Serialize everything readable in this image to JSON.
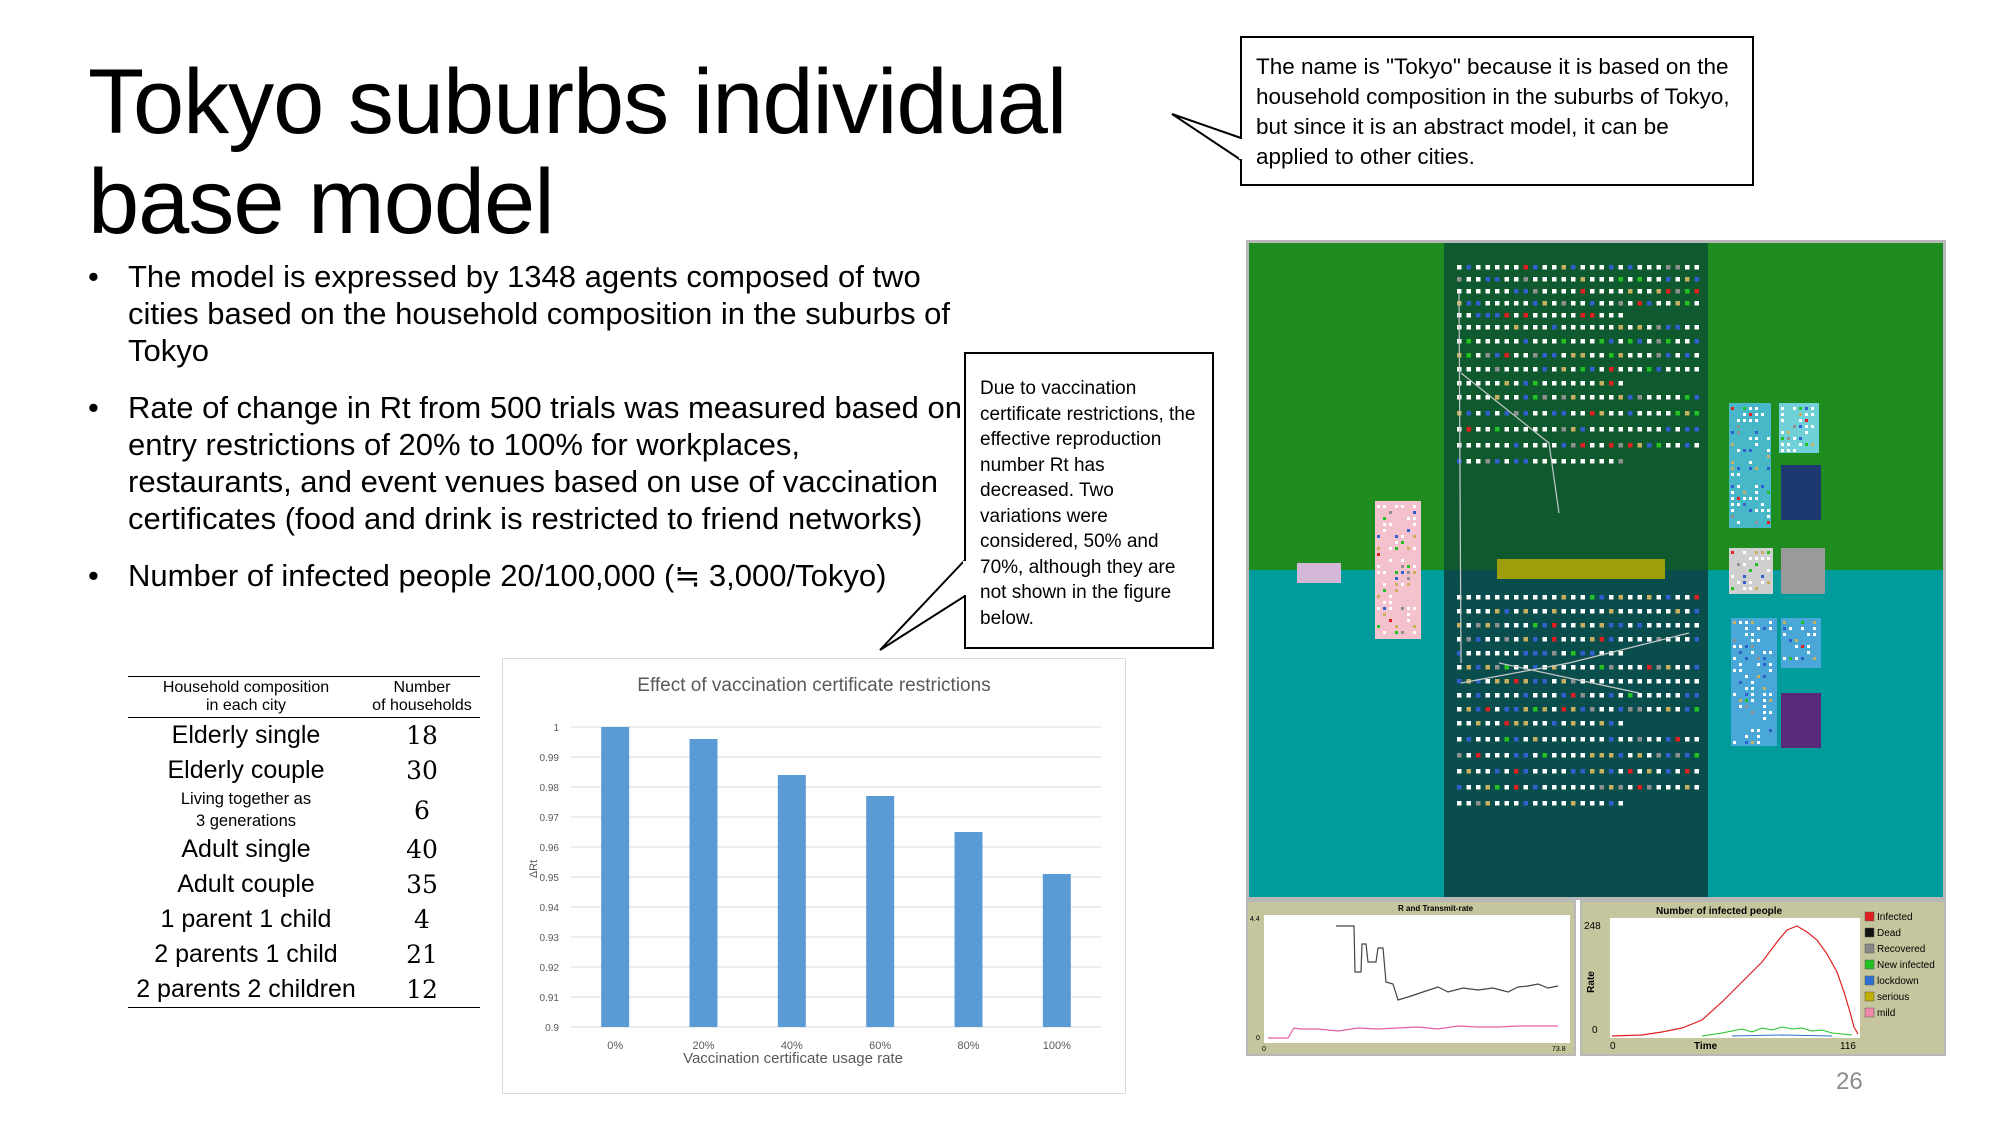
{
  "slide": {
    "title_line1": "Tokyo suburbs individual",
    "title_line2": "base model",
    "bullets": [
      "The model is expressed by 1348 agents composed of two cities based on the household composition in the suburbs of Tokyo",
      "Rate of change in Rt from 500 trials was measured based on entry restrictions of 20% to 100% for workplaces, restaurants, and event venues based on use of vaccination certificates (food and drink is restricted to friend networks)",
      "Number of infected people 20/100,000 (≒ 3,000/Tokyo)"
    ],
    "bullet_glyph": "•",
    "page_number": "26"
  },
  "callouts": {
    "tokyo_note": "The name is \"Tokyo\" because it is based on the household composition in the suburbs of Tokyo, but since it is an abstract model, it can be applied to other cities.",
    "vaccination_note": "Due to vaccination certificate restrictions, the effective reproduction number Rt has decreased. Two variations were considered, 50% and 70%, although they are not shown in the figure below."
  },
  "household_table": {
    "header_col1_line1": "Household composition",
    "header_col1_line2": "in each city",
    "header_col2_line1": "Number",
    "header_col2_line2": "of households",
    "rows": [
      {
        "label": "Elderly single",
        "count": "18"
      },
      {
        "label": "Elderly couple",
        "count": "30"
      },
      {
        "label_line1": "Living together as",
        "label_line2": "3 generations",
        "count": "6"
      },
      {
        "label": "Adult single",
        "count": "40"
      },
      {
        "label": "Adult couple",
        "count": "35"
      },
      {
        "label": "1 parent 1 child",
        "count": "4"
      },
      {
        "label": "2 parents 1 child",
        "count": "21"
      },
      {
        "label": "2 parents 2 children",
        "count": "12"
      }
    ]
  },
  "chart_data": {
    "type": "bar",
    "title": "Effect of vaccination certificate restrictions",
    "xlabel": "Vaccination certificate usage rate",
    "ylabel": "ΔRt",
    "categories": [
      "0%",
      "20%",
      "40%",
      "60%",
      "80%",
      "100%"
    ],
    "values": [
      1.0,
      0.996,
      0.984,
      0.977,
      0.965,
      0.951
    ],
    "ylim": [
      0.9,
      1.0
    ],
    "yticks": [
      "0.9",
      "0.91",
      "0.92",
      "0.93",
      "0.94",
      "0.95",
      "0.96",
      "0.97",
      "0.98",
      "0.99",
      "1"
    ],
    "grid": true,
    "bar_color": "#5b9bd5"
  },
  "simulation": {
    "colors": {
      "top_green": "#1f8c1f",
      "bottom_teal": "#009c9c",
      "center_top": "#0e5a2e",
      "center_bottom": "#0a4d4d",
      "road": "#9e9e0c"
    },
    "rt_plot": {
      "title": "R and Transmit-rate",
      "y_max": "4.4",
      "y_min": "0",
      "x_min": "0",
      "x_max": "73.8"
    },
    "infected_plot": {
      "title": "Number of infected people",
      "y_label": "Rate",
      "x_label": "Time",
      "y_max": "248",
      "y_min": "0",
      "x_min": "0",
      "x_max": "116",
      "legend": [
        {
          "name": "Infected",
          "color": "#e02020"
        },
        {
          "name": "Dead",
          "color": "#111111"
        },
        {
          "name": "Recovered",
          "color": "#888888"
        },
        {
          "name": "New infected",
          "color": "#22c222"
        },
        {
          "name": "lockdown",
          "color": "#2f6fd0"
        },
        {
          "name": "serious",
          "color": "#c0b000"
        },
        {
          "name": "mild",
          "color": "#f088a8"
        }
      ]
    }
  }
}
